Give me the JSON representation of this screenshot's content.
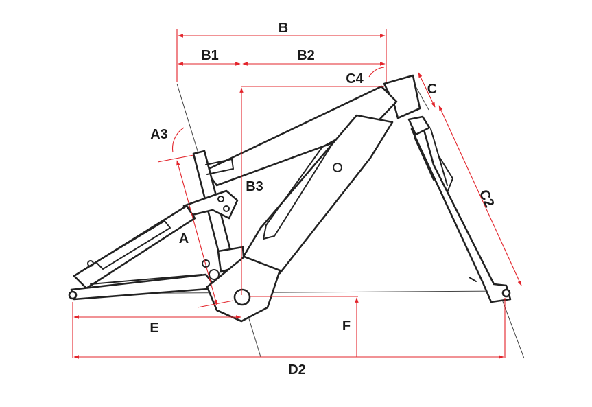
{
  "colors": {
    "dimension": "#e3242b",
    "frame": "#222222",
    "guide": "#444444",
    "background": "#ffffff"
  },
  "labels": {
    "A": "A",
    "A3": "A3",
    "B": "B",
    "B1": "B1",
    "B2": "B2",
    "B3": "B3",
    "C": "C",
    "C2": "C2",
    "C4": "C4",
    "D2": "D2",
    "E": "E",
    "F": "F"
  }
}
